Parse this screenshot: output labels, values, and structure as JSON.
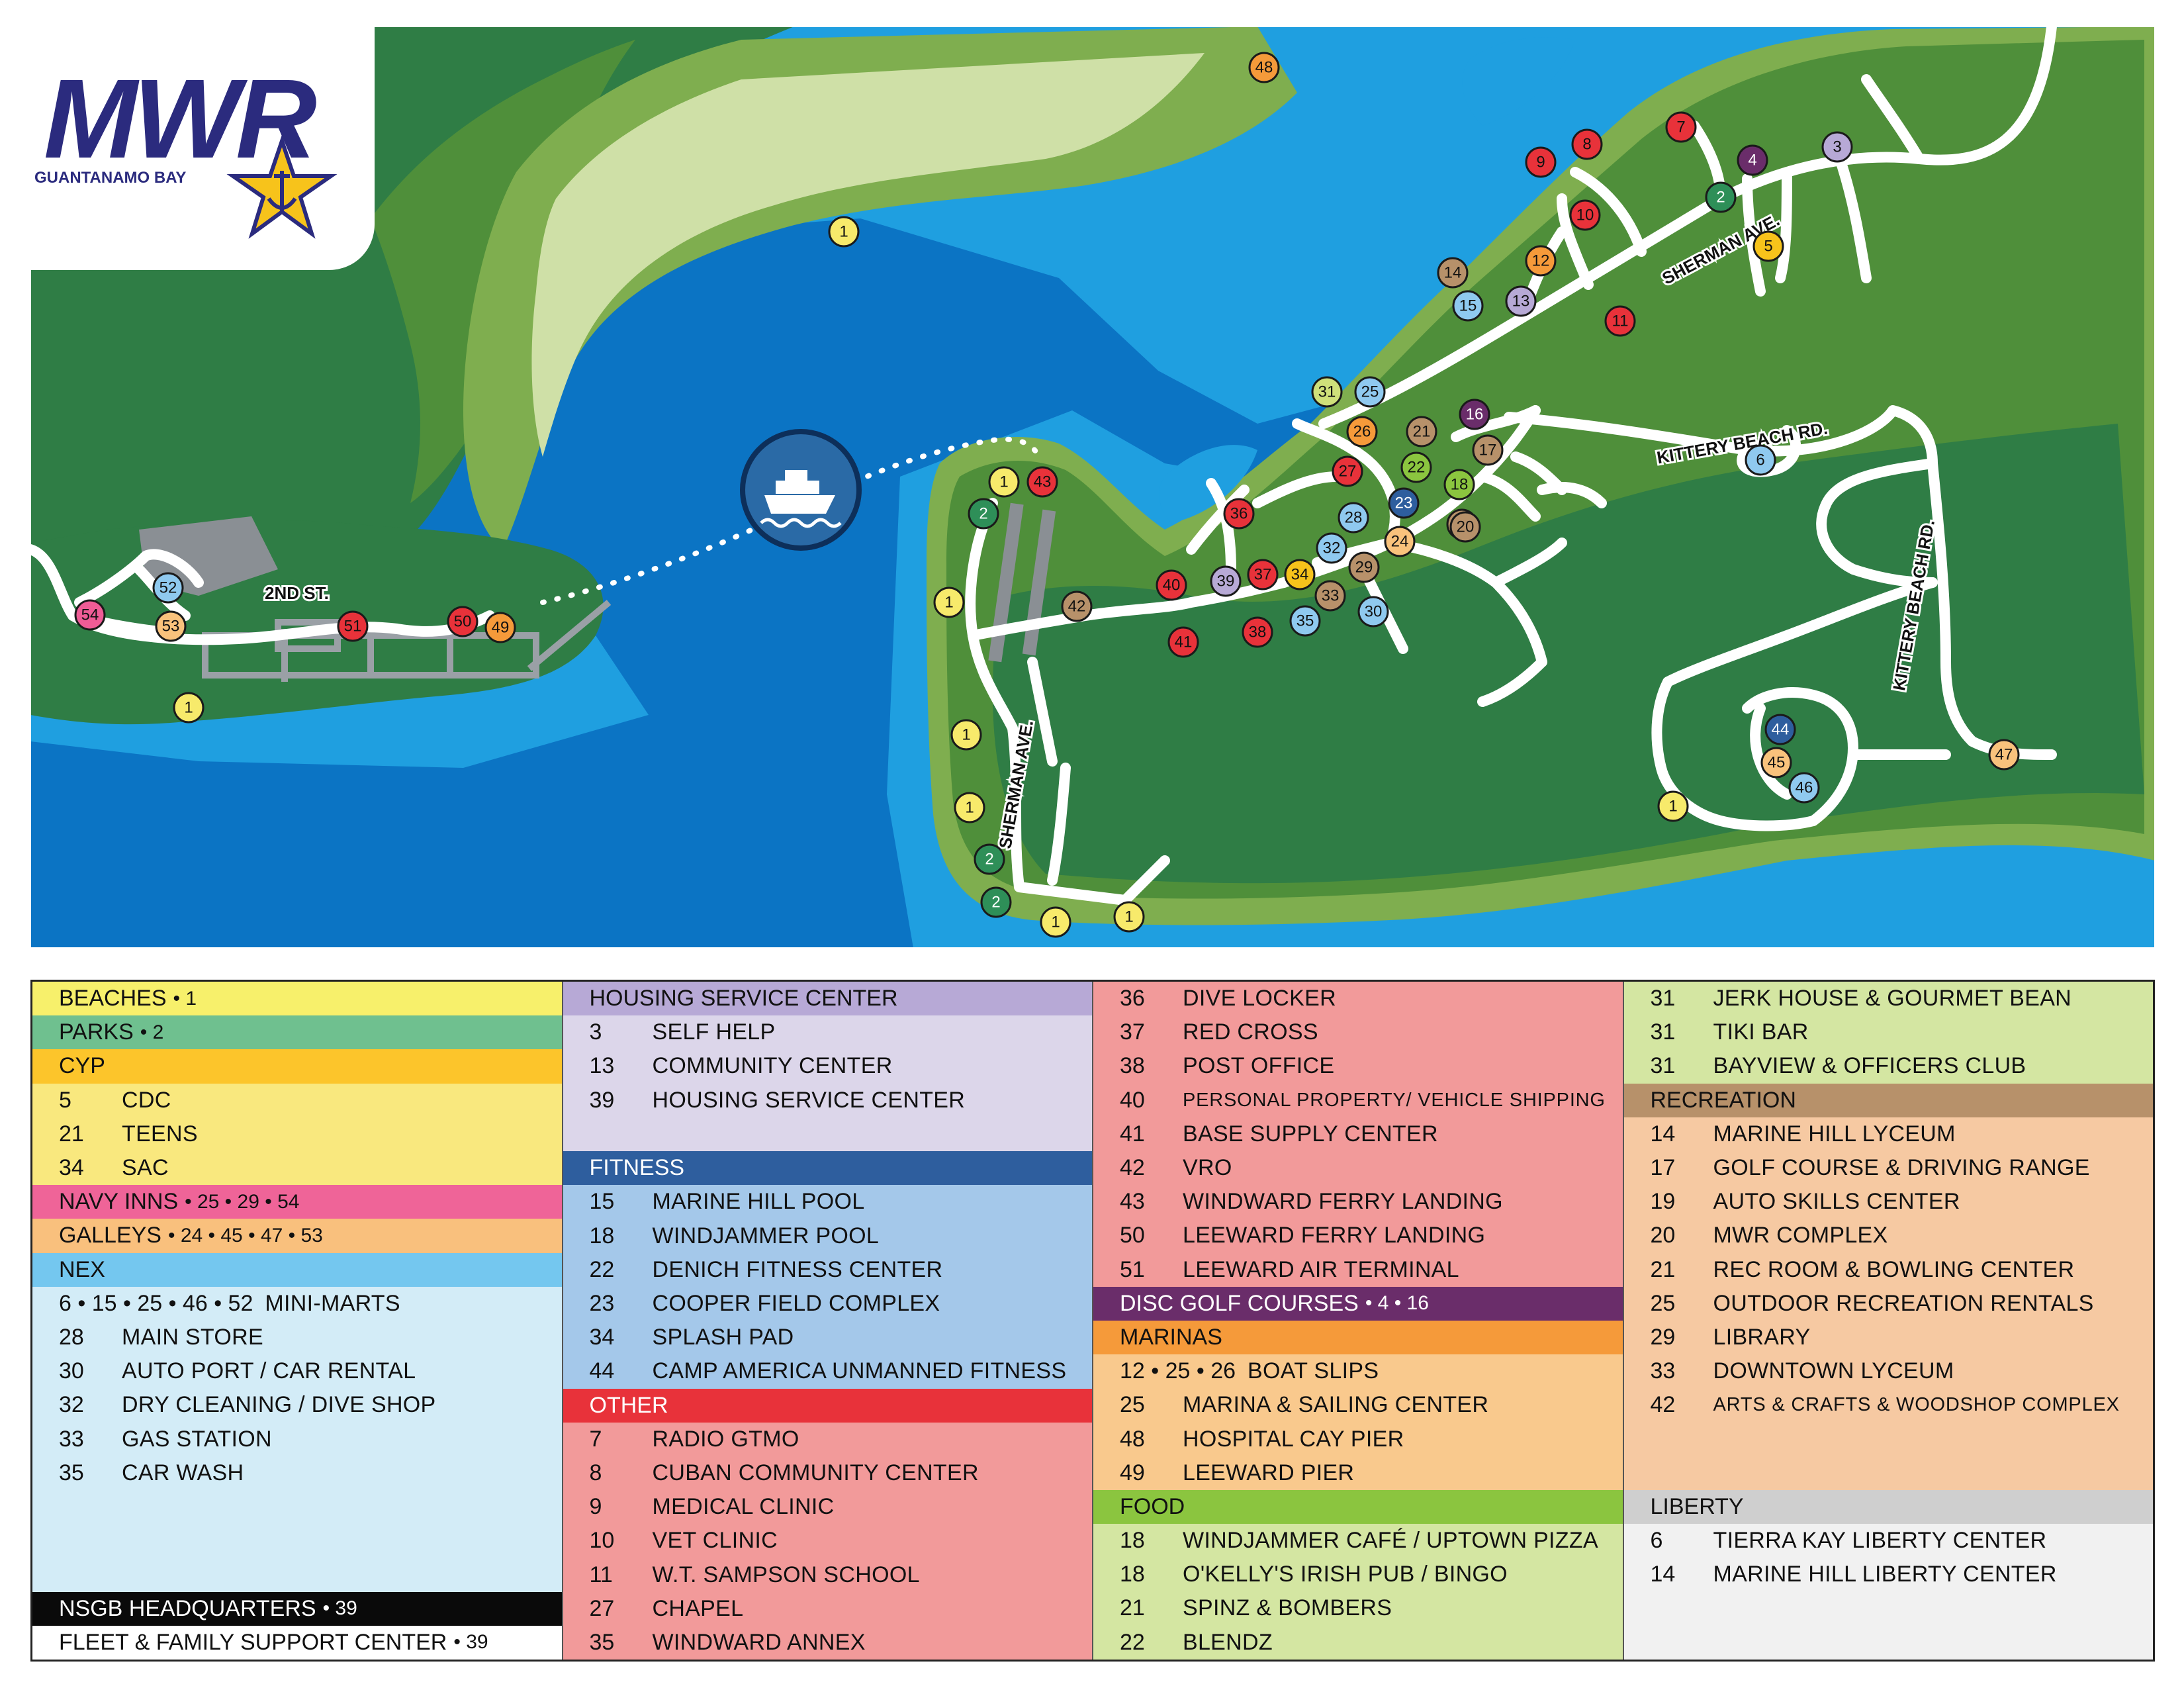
{
  "logo": {
    "brand": "MWR",
    "subtitle": "GUANTANAMO BAY",
    "colors": {
      "navy": "#2b2b7e",
      "star": "#f7c31b"
    }
  },
  "map": {
    "colors": {
      "ocean_deep": "#0b74c4",
      "ocean_mid": "#1f9fe0",
      "ocean_shallow": "#29b6e8",
      "land_dark": "#2f7d45",
      "land_mid": "#4f8f3a",
      "land_light": "#7fae4f",
      "sand": "#cfe0a7",
      "road": "#ffffff"
    },
    "roads": {
      "sherman_ave_north": "SHERMAN AVE.",
      "sherman_ave_south": "SHERMAN AVE.",
      "kittery_beach_rd_1": "KITTERY BEACH RD.",
      "kittery_beach_rd_2": "KITTERY BEACH RD.",
      "second_st": "2ND ST."
    },
    "ferry_icon": "ferry-boat-icon",
    "markers": [
      {
        "n": "48",
        "color": "#f59a3a"
      },
      {
        "n": "1",
        "color": "#f7ea6b"
      },
      {
        "n": "9",
        "color": "#e8323a"
      },
      {
        "n": "8",
        "color": "#e8323a"
      },
      {
        "n": "7",
        "color": "#e8323a"
      },
      {
        "n": "4",
        "color": "#6a2d6a"
      },
      {
        "n": "3",
        "color": "#b7a9d6"
      },
      {
        "n": "10",
        "color": "#e8323a"
      },
      {
        "n": "2",
        "color": "#2e8f58"
      },
      {
        "n": "5",
        "color": "#f7c31b"
      },
      {
        "n": "14",
        "color": "#b7916a"
      },
      {
        "n": "12",
        "color": "#f59a3a"
      },
      {
        "n": "15",
        "color": "#8fc9ef"
      },
      {
        "n": "13",
        "color": "#b7a9d6"
      },
      {
        "n": "11",
        "color": "#e8323a"
      },
      {
        "n": "31",
        "color": "#cfe07a"
      },
      {
        "n": "25",
        "color": "#8fc9ef"
      },
      {
        "n": "26",
        "color": "#f59a3a"
      },
      {
        "n": "21",
        "color": "#b7916a"
      },
      {
        "n": "16",
        "color": "#6a2d6a"
      },
      {
        "n": "17",
        "color": "#b7916a"
      },
      {
        "n": "6",
        "color": "#8fc9ef"
      },
      {
        "n": "27",
        "color": "#e8323a"
      },
      {
        "n": "22",
        "color": "#8bc53f"
      },
      {
        "n": "18",
        "color": "#8bc53f"
      },
      {
        "n": "23",
        "color": "#2e5e9e"
      },
      {
        "n": "19",
        "color": "#b7916a"
      },
      {
        "n": "20",
        "color": "#b7916a"
      },
      {
        "n": "36",
        "color": "#e8323a"
      },
      {
        "n": "28",
        "color": "#8fc9ef"
      },
      {
        "n": "24",
        "color": "#f9c27c"
      },
      {
        "n": "32",
        "color": "#8fc9ef"
      },
      {
        "n": "29",
        "color": "#b7916a"
      },
      {
        "n": "40",
        "color": "#e8323a"
      },
      {
        "n": "39",
        "color": "#b7a9d6"
      },
      {
        "n": "37",
        "color": "#e8323a"
      },
      {
        "n": "34",
        "color": "#f7c31b"
      },
      {
        "n": "33",
        "color": "#b7916a"
      },
      {
        "n": "30",
        "color": "#8fc9ef"
      },
      {
        "n": "35",
        "color": "#8fc9ef"
      },
      {
        "n": "41",
        "color": "#e8323a"
      },
      {
        "n": "38",
        "color": "#e8323a"
      },
      {
        "n": "1",
        "color": "#f7ea6b"
      },
      {
        "n": "43",
        "color": "#e8323a"
      },
      {
        "n": "2",
        "color": "#2e8f58"
      },
      {
        "n": "1",
        "color": "#f7ea6b"
      },
      {
        "n": "42",
        "color": "#b7916a"
      },
      {
        "n": "1",
        "color": "#f7ea6b"
      },
      {
        "n": "1",
        "color": "#f7ea6b"
      },
      {
        "n": "2",
        "color": "#2e8f58"
      },
      {
        "n": "2",
        "color": "#2e8f58"
      },
      {
        "n": "1",
        "color": "#f7ea6b"
      },
      {
        "n": "1",
        "color": "#f7ea6b"
      },
      {
        "n": "44",
        "color": "#2e5e9e"
      },
      {
        "n": "45",
        "color": "#f9c27c"
      },
      {
        "n": "46",
        "color": "#8fc9ef"
      },
      {
        "n": "47",
        "color": "#f9c27c"
      },
      {
        "n": "1",
        "color": "#f7ea6b"
      },
      {
        "n": "52",
        "color": "#8fc9ef"
      },
      {
        "n": "54",
        "color": "#ef5c96"
      },
      {
        "n": "53",
        "color": "#f9c27c"
      },
      {
        "n": "51",
        "color": "#e8323a"
      },
      {
        "n": "50",
        "color": "#e8323a"
      },
      {
        "n": "49",
        "color": "#f59a3a"
      },
      {
        "n": "1",
        "color": "#f7ea6b"
      }
    ]
  },
  "legend": {
    "columns": [
      [
        {
          "kind": "header",
          "title": "BEACHES",
          "extra": "• 1",
          "bg": "#f7f06b"
        },
        {
          "kind": "header",
          "title": "PARKS",
          "extra": "• 2",
          "bg": "#6fc08f"
        },
        {
          "kind": "header",
          "title": "CYP",
          "extra": "",
          "bg": "#fcc52b"
        },
        {
          "kind": "item",
          "num": "5",
          "label": "CDC",
          "bg": "#f9e87e"
        },
        {
          "kind": "item",
          "num": "21",
          "label": "TEENS",
          "bg": "#f9e87e"
        },
        {
          "kind": "item",
          "num": "34",
          "label": "SAC",
          "bg": "#f9e87e"
        },
        {
          "kind": "header",
          "title": "NAVY INNS",
          "extra": "• 25 • 29 • 54",
          "bg": "#ef6498"
        },
        {
          "kind": "header",
          "title": "GALLEYS",
          "extra": "• 24 • 45 • 47 • 53",
          "bg": "#f9c07d"
        },
        {
          "kind": "header",
          "title": "NEX",
          "extra": "",
          "bg": "#74c7ef"
        },
        {
          "kind": "item",
          "wide": true,
          "num": "6 • 15 • 25 • 46 • 52",
          "label": "MINI-MARTS",
          "bg": "#d3ecf7"
        },
        {
          "kind": "item",
          "num": "28",
          "label": "MAIN STORE",
          "bg": "#d3ecf7"
        },
        {
          "kind": "item",
          "num": "30",
          "label": "AUTO PORT / CAR RENTAL",
          "bg": "#d3ecf7"
        },
        {
          "kind": "item",
          "num": "32",
          "label": "DRY CLEANING / DIVE SHOP",
          "bg": "#d3ecf7"
        },
        {
          "kind": "item",
          "num": "33",
          "label": "GAS STATION",
          "bg": "#d3ecf7"
        },
        {
          "kind": "item",
          "num": "35",
          "label": "CAR WASH",
          "bg": "#d3ecf7"
        },
        {
          "kind": "fill",
          "bg": "#d3ecf7"
        },
        {
          "kind": "header",
          "title": "NSGB HEADQUARTERS",
          "extra": "• 39",
          "bg": "#0a0a0a",
          "fg": "#ffffff"
        },
        {
          "kind": "header",
          "title": "FLEET & FAMILY SUPPORT CENTER",
          "extra": "• 39",
          "bg": "#ffffff"
        }
      ],
      [
        {
          "kind": "header",
          "title": "HOUSING SERVICE CENTER",
          "extra": "",
          "bg": "#b7a9d6"
        },
        {
          "kind": "item",
          "num": "3",
          "label": "SELF HELP",
          "bg": "#dcd6ea"
        },
        {
          "kind": "item",
          "num": "13",
          "label": "COMMUNITY CENTER",
          "bg": "#dcd6ea"
        },
        {
          "kind": "item",
          "num": "39",
          "label": "HOUSING SERVICE CENTER",
          "bg": "#dcd6ea"
        },
        {
          "kind": "fill",
          "bg": "#dcd6ea"
        },
        {
          "kind": "header",
          "title": "FITNESS",
          "extra": "",
          "bg": "#2e5e9e",
          "fg": "#ffffff"
        },
        {
          "kind": "item",
          "num": "15",
          "label": "MARINE HILL POOL",
          "bg": "#a4c8ea"
        },
        {
          "kind": "item",
          "num": "18",
          "label": "WINDJAMMER POOL",
          "bg": "#a4c8ea"
        },
        {
          "kind": "item",
          "num": "22",
          "label": "DENICH FITNESS CENTER",
          "bg": "#a4c8ea"
        },
        {
          "kind": "item",
          "num": "23",
          "label": "COOPER FIELD COMPLEX",
          "bg": "#a4c8ea"
        },
        {
          "kind": "item",
          "num": "34",
          "label": "SPLASH PAD",
          "bg": "#a4c8ea"
        },
        {
          "kind": "item",
          "num": "44",
          "label": "CAMP AMERICA UNMANNED FITNESS",
          "bg": "#a4c8ea"
        },
        {
          "kind": "header",
          "title": "OTHER",
          "extra": "",
          "bg": "#e8323a",
          "fg": "#ffffff"
        },
        {
          "kind": "item",
          "num": "7",
          "label": "RADIO GTMO",
          "bg": "#f29a9a"
        },
        {
          "kind": "item",
          "num": "8",
          "label": "CUBAN COMMUNITY CENTER",
          "bg": "#f29a9a"
        },
        {
          "kind": "item",
          "num": "9",
          "label": "MEDICAL CLINIC",
          "bg": "#f29a9a"
        },
        {
          "kind": "item",
          "num": "10",
          "label": "VET CLINIC",
          "bg": "#f29a9a"
        },
        {
          "kind": "item",
          "num": "11",
          "label": "W.T. SAMPSON SCHOOL",
          "bg": "#f29a9a"
        },
        {
          "kind": "item",
          "num": "27",
          "label": "CHAPEL",
          "bg": "#f29a9a"
        },
        {
          "kind": "item",
          "num": "35",
          "label": "WINDWARD ANNEX",
          "bg": "#f29a9a"
        }
      ],
      [
        {
          "kind": "item",
          "num": "36",
          "label": "DIVE LOCKER",
          "bg": "#f29a9a"
        },
        {
          "kind": "item",
          "num": "37",
          "label": "RED CROSS",
          "bg": "#f29a9a"
        },
        {
          "kind": "item",
          "num": "38",
          "label": "POST OFFICE",
          "bg": "#f29a9a"
        },
        {
          "kind": "item",
          "num": "40",
          "label": "PERSONAL PROPERTY/ VEHICLE SHIPPING",
          "small": true,
          "bg": "#f29a9a"
        },
        {
          "kind": "item",
          "num": "41",
          "label": "BASE SUPPLY CENTER",
          "bg": "#f29a9a"
        },
        {
          "kind": "item",
          "num": "42",
          "label": "VRO",
          "bg": "#f29a9a"
        },
        {
          "kind": "item",
          "num": "43",
          "label": "WINDWARD FERRY LANDING",
          "bg": "#f29a9a"
        },
        {
          "kind": "item",
          "num": "50",
          "label": "LEEWARD FERRY LANDING",
          "bg": "#f29a9a"
        },
        {
          "kind": "item",
          "num": "51",
          "label": "LEEWARD AIR TERMINAL",
          "bg": "#f29a9a"
        },
        {
          "kind": "header",
          "title": "DISC GOLF COURSES",
          "extra": "• 4 • 16",
          "bg": "#6a2d6a",
          "fg": "#ffffff"
        },
        {
          "kind": "header",
          "title": "MARINAS",
          "extra": "",
          "bg": "#f59a3a"
        },
        {
          "kind": "item",
          "wide": true,
          "num": "12 • 25 • 26",
          "label": "BOAT SLIPS",
          "bg": "#f9c98d"
        },
        {
          "kind": "item",
          "num": "25",
          "label": "MARINA & SAILING CENTER",
          "bg": "#f9c98d"
        },
        {
          "kind": "item",
          "num": "48",
          "label": "HOSPITAL CAY PIER",
          "bg": "#f9c98d"
        },
        {
          "kind": "item",
          "num": "49",
          "label": "LEEWARD PIER",
          "bg": "#f9c98d"
        },
        {
          "kind": "header",
          "title": "FOOD",
          "extra": "",
          "bg": "#8bc53f"
        },
        {
          "kind": "item",
          "num": "18",
          "label": "WINDJAMMER CAFÉ / UPTOWN PIZZA",
          "bg": "#d4e6a2"
        },
        {
          "kind": "item",
          "num": "18",
          "label": "O'KELLY'S IRISH PUB / BINGO",
          "bg": "#d4e6a2"
        },
        {
          "kind": "item",
          "num": "21",
          "label": "SPINZ & BOMBERS",
          "bg": "#d4e6a2"
        },
        {
          "kind": "item",
          "num": "22",
          "label": "BLENDZ",
          "bg": "#d4e6a2"
        }
      ],
      [
        {
          "kind": "item",
          "num": "31",
          "label": "JERK HOUSE & GOURMET BEAN",
          "bg": "#d4e6a2"
        },
        {
          "kind": "item",
          "num": "31",
          "label": "TIKI BAR",
          "bg": "#d4e6a2"
        },
        {
          "kind": "item",
          "num": "31",
          "label": "BAYVIEW & OFFICERS CLUB",
          "bg": "#d4e6a2"
        },
        {
          "kind": "header",
          "title": "RECREATION",
          "extra": "",
          "bg": "#b7916a"
        },
        {
          "kind": "item",
          "num": "14",
          "label": "MARINE HILL LYCEUM",
          "bg": "#f6c9a2"
        },
        {
          "kind": "item",
          "num": "17",
          "label": "GOLF COURSE & DRIVING RANGE",
          "bg": "#f6c9a2"
        },
        {
          "kind": "item",
          "num": "19",
          "label": "AUTO SKILLS CENTER",
          "bg": "#f6c9a2"
        },
        {
          "kind": "item",
          "num": "20",
          "label": "MWR COMPLEX",
          "bg": "#f6c9a2"
        },
        {
          "kind": "item",
          "num": "21",
          "label": "REC ROOM & BOWLING CENTER",
          "bg": "#f6c9a2"
        },
        {
          "kind": "item",
          "num": "25",
          "label": "OUTDOOR RECREATION RENTALS",
          "bg": "#f6c9a2"
        },
        {
          "kind": "item",
          "num": "29",
          "label": "LIBRARY",
          "bg": "#f6c9a2"
        },
        {
          "kind": "item",
          "num": "33",
          "label": "DOWNTOWN LYCEUM",
          "bg": "#f6c9a2"
        },
        {
          "kind": "item",
          "num": "42",
          "label": "ARTS & CRAFTS & WOODSHOP COMPLEX",
          "small": true,
          "bg": "#f6c9a2"
        },
        {
          "kind": "fill",
          "bg": "#f6c9a2"
        },
        {
          "kind": "header",
          "title": "LIBERTY",
          "extra": "",
          "bg": "#cfcfcf"
        },
        {
          "kind": "item",
          "num": "6",
          "label": "TIERRA KAY LIBERTY CENTER",
          "bg": "#f1f1f1"
        },
        {
          "kind": "item",
          "num": "14",
          "label": "MARINE HILL LIBERTY CENTER",
          "bg": "#f1f1f1"
        },
        {
          "kind": "fill",
          "bg": "#f1f1f1"
        }
      ]
    ]
  }
}
